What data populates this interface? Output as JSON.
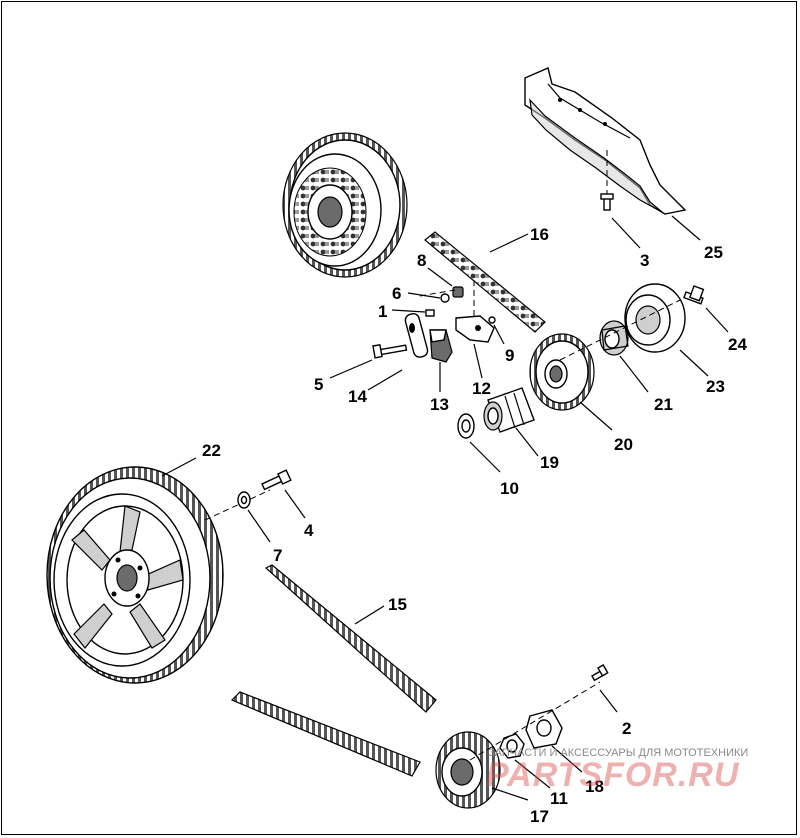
{
  "callouts": [
    {
      "id": "c1",
      "label": "1"
    },
    {
      "id": "c2",
      "label": "2"
    },
    {
      "id": "c3",
      "label": "3"
    },
    {
      "id": "c4",
      "label": "4"
    },
    {
      "id": "c5",
      "label": "5"
    },
    {
      "id": "c6",
      "label": "6"
    },
    {
      "id": "c7",
      "label": "7"
    },
    {
      "id": "c8",
      "label": "8"
    },
    {
      "id": "c9",
      "label": "9"
    },
    {
      "id": "c10",
      "label": "10"
    },
    {
      "id": "c11",
      "label": "11"
    },
    {
      "id": "c12",
      "label": "12"
    },
    {
      "id": "c13",
      "label": "13"
    },
    {
      "id": "c14",
      "label": "14"
    },
    {
      "id": "c15",
      "label": "15"
    },
    {
      "id": "c16",
      "label": "16"
    },
    {
      "id": "c17",
      "label": "17"
    },
    {
      "id": "c18",
      "label": "18"
    },
    {
      "id": "c19",
      "label": "19"
    },
    {
      "id": "c20",
      "label": "20"
    },
    {
      "id": "c21",
      "label": "21"
    },
    {
      "id": "c22",
      "label": "22"
    },
    {
      "id": "c23",
      "label": "23"
    },
    {
      "id": "c24",
      "label": "24"
    },
    {
      "id": "c25",
      "label": "25"
    }
  ],
  "watermark": {
    "tagline": "ЗАПЧАСТИ И АКСЕССУАРЫ ДЛЯ МОТОТЕХНИКИ",
    "logo": "PARTSFOR.RU"
  }
}
